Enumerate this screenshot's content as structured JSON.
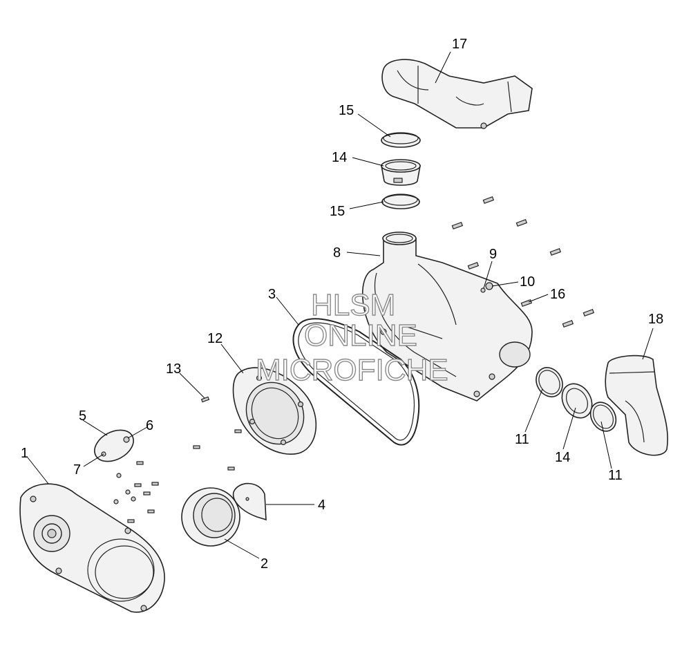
{
  "callouts": {
    "c1": "1",
    "c2": "2",
    "c3": "3",
    "c4": "4",
    "c5": "5",
    "c6": "6",
    "c7": "7",
    "c8": "8",
    "c9": "9",
    "c10": "10",
    "c11a": "11",
    "c11b": "11",
    "c12": "12",
    "c13": "13",
    "c14a": "14",
    "c14b": "14",
    "c15a": "15",
    "c15b": "15",
    "c16": "16",
    "c17": "17",
    "c18": "18"
  },
  "watermark": {
    "line1": "HLSM",
    "line2": "ONLINE",
    "line3": "MICROFICHE"
  },
  "colors": {
    "line": "#222222",
    "fill": "#f2f2f2",
    "watermark_stroke": "#8a8a8a"
  }
}
